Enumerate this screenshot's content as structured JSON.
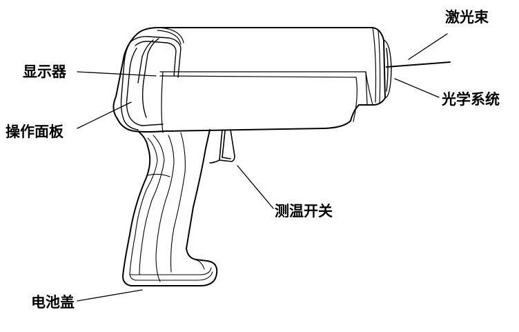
{
  "labels": {
    "laser_beam": "激光束",
    "optics": "光学系统",
    "display": "显示器",
    "control_panel": "操作面板",
    "trigger": "测温开关",
    "battery_cover": "电池盖"
  },
  "colors": {
    "ink": "#000000",
    "background": "#ffffff"
  }
}
